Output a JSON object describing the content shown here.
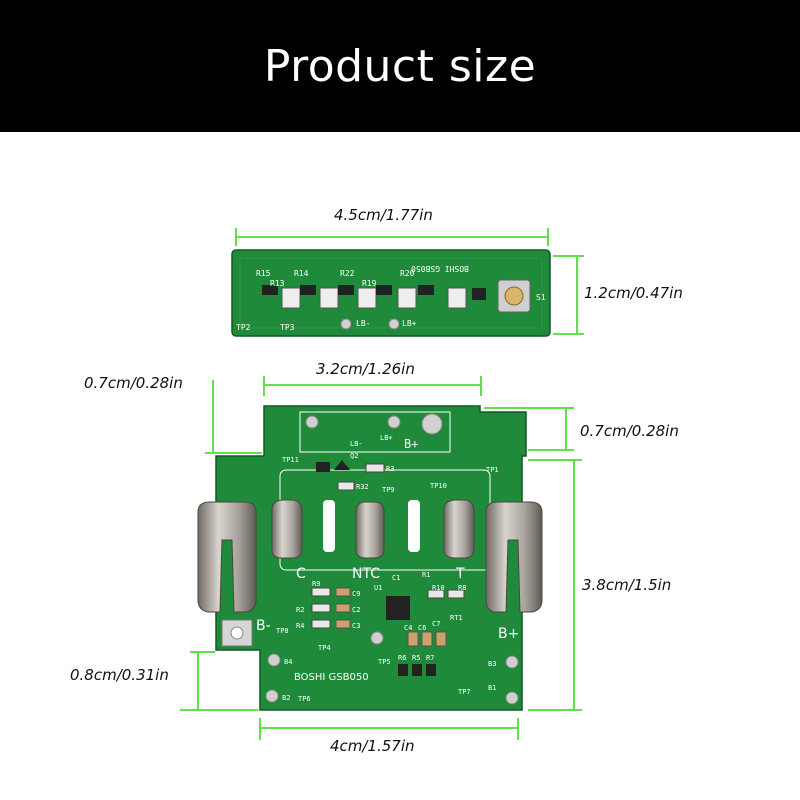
{
  "banner": {
    "title": "Product size"
  },
  "colors": {
    "dimension_line": "#5fe24a",
    "pcb_green": "#1f8a3a",
    "pcb_dark": "#156d2c",
    "silkscreen": "#ffffff",
    "metal": "#b9b4ad"
  },
  "small_board": {
    "silk_text": "BOSHI GSB050",
    "labels": [
      "TP2",
      "TP3",
      "LB-",
      "LB+",
      "S1",
      "R15",
      "R14",
      "R13",
      "R22",
      "R20",
      "R19"
    ],
    "width_label": "4.5cm/1.77in",
    "height_label": "1.2cm/0.47in"
  },
  "large_board": {
    "silk_text": "BOSHI GSB050",
    "terminal_labels": [
      "C",
      "NTC",
      "T",
      "B-",
      "B+"
    ],
    "pad_labels": [
      "TP11",
      "TP1",
      "TP9",
      "TP10",
      "TP8",
      "TP4",
      "TP5",
      "TP6",
      "TP7",
      "B1",
      "B2",
      "B3",
      "B4",
      "LB-",
      "LB+",
      "B+",
      "Q2",
      "R3",
      "R32",
      "R9",
      "R1",
      "C1",
      "U1",
      "C9",
      "C2",
      "C3",
      "R2",
      "R4",
      "R10",
      "R8",
      "RT1",
      "C4",
      "C6",
      "C7",
      "R6",
      "R5",
      "R7"
    ],
    "dims": {
      "top_width": "3.2cm/1.26in",
      "left_offset": "0.7cm/0.28in",
      "right_offset": "0.7cm/0.28in",
      "height": "3.8cm/1.5in",
      "bottom_offset": "0.8cm/0.31in",
      "bottom_width": "4cm/1.57in"
    }
  }
}
